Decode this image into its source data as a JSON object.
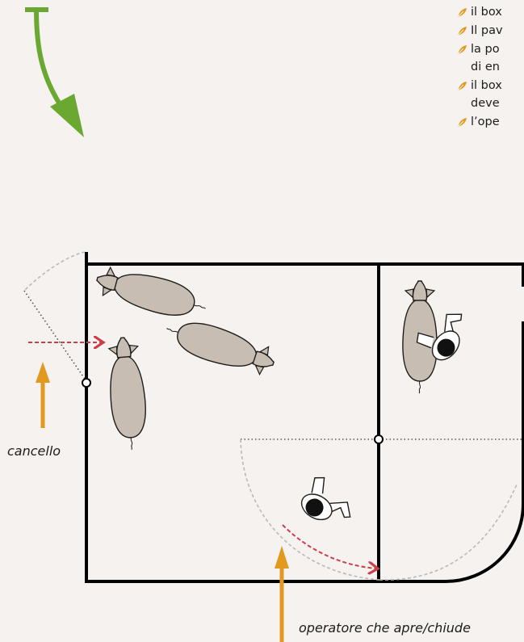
{
  "colors": {
    "background": "#f5f2ef",
    "pen_wall": "#000000",
    "pig_fill": "#c8bdb2",
    "arrow_green": "#6aa832",
    "arrow_orange": "#e19a1f",
    "path_red": "#c9404b",
    "swing_gray": "#b9b9b9"
  },
  "bullets": [
    {
      "icon": "orange-leaf-icon",
      "line1": "il box",
      "line2": ""
    },
    {
      "icon": "orange-leaf-icon",
      "line1": "Il pav",
      "line2": ""
    },
    {
      "icon": "orange-leaf-icon",
      "line1": "la po",
      "line2": "di en"
    },
    {
      "icon": "orange-leaf-icon",
      "line1": "il box",
      "line2": "deve"
    },
    {
      "icon": "orange-leaf-icon",
      "line1": "l’ope",
      "line2": ""
    }
  ],
  "labels": {
    "gate": "cancello",
    "operator": "operatore che apre/chiude"
  },
  "icons": {
    "top_arrow": "green-curved-arrow-icon",
    "pig": "pig-icon",
    "person": "person-topview-icon"
  }
}
